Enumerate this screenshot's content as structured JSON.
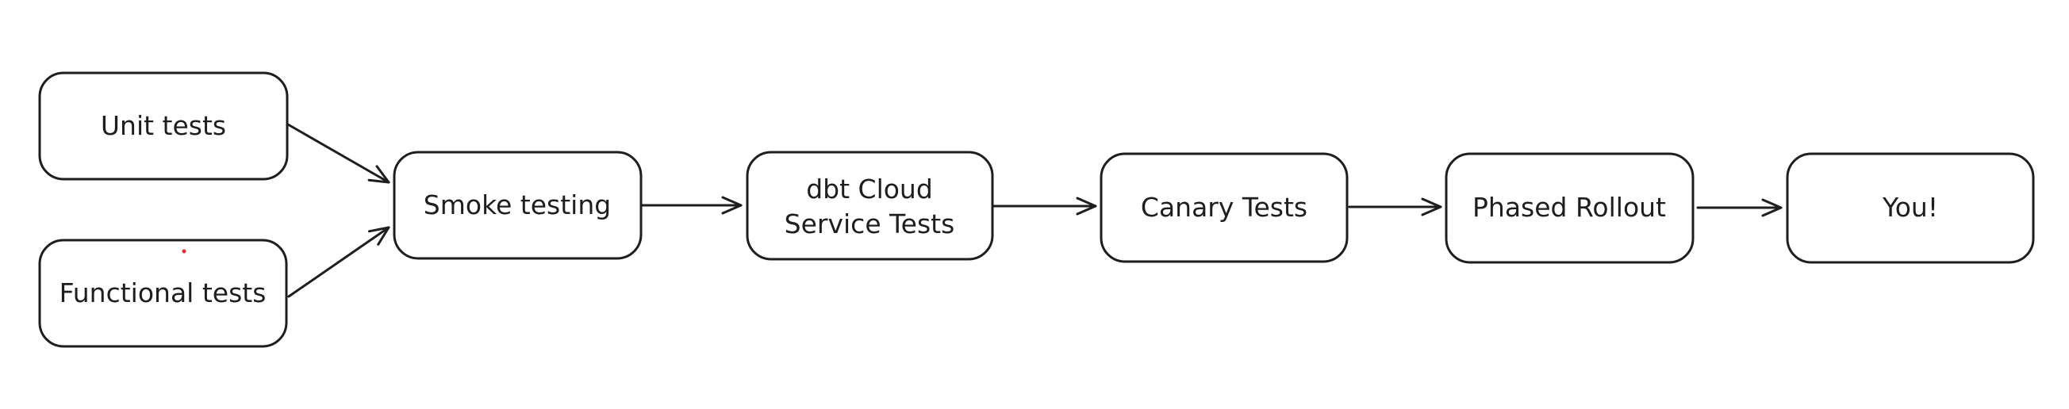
{
  "diagram": {
    "type": "flowchart",
    "background_color": "#ffffff",
    "stroke_color": "#1e1e1e",
    "node_fill_color": "#ffffff",
    "stray_dot_color": "#e03131",
    "nodes": [
      {
        "id": "unit-tests",
        "lines": [
          "Unit tests"
        ]
      },
      {
        "id": "functional-tests",
        "lines": [
          "Functional tests"
        ]
      },
      {
        "id": "smoke-testing",
        "lines": [
          "Smoke testing"
        ]
      },
      {
        "id": "dbt-cloud-service-tests",
        "lines": [
          "dbt Cloud",
          "Service Tests"
        ]
      },
      {
        "id": "canary-tests",
        "lines": [
          "Canary Tests"
        ]
      },
      {
        "id": "phased-rollout",
        "lines": [
          "Phased Rollout"
        ]
      },
      {
        "id": "you",
        "lines": [
          "You!"
        ]
      }
    ],
    "edges": [
      {
        "from": "unit-tests",
        "to": "smoke-testing"
      },
      {
        "from": "functional-tests",
        "to": "smoke-testing"
      },
      {
        "from": "smoke-testing",
        "to": "dbt-cloud-service-tests"
      },
      {
        "from": "dbt-cloud-service-tests",
        "to": "canary-tests"
      },
      {
        "from": "canary-tests",
        "to": "phased-rollout"
      },
      {
        "from": "phased-rollout",
        "to": "you"
      }
    ]
  }
}
